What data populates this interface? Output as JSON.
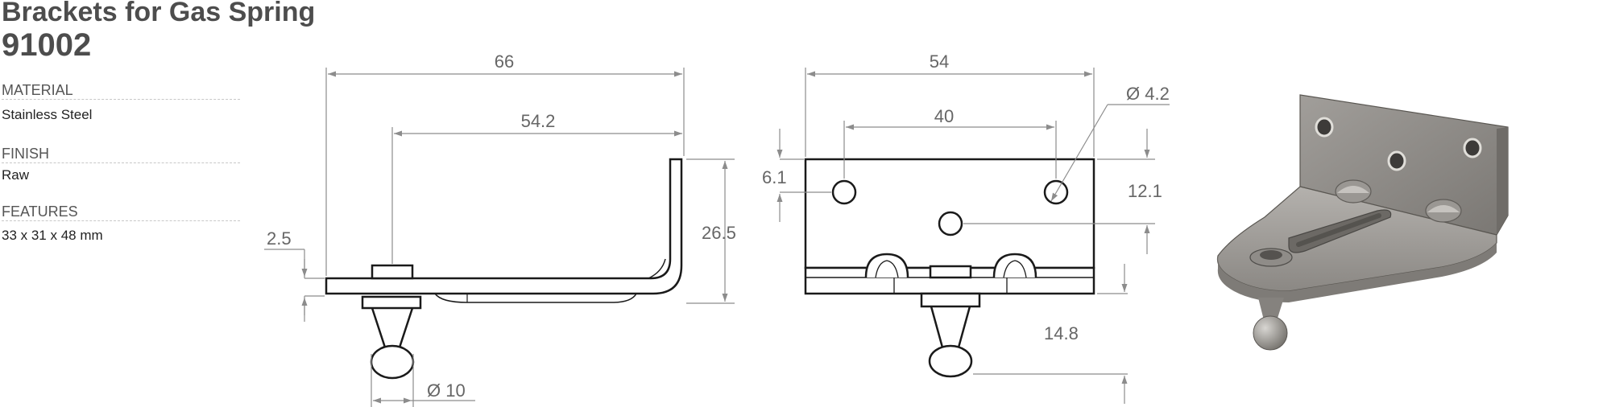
{
  "product": {
    "title": "Brackets for Gas Spring",
    "code": "91002"
  },
  "specs": [
    {
      "label": "MATERIAL",
      "value": "Stainless Steel"
    },
    {
      "label": "FINISH",
      "value": "Raw"
    },
    {
      "label": "FEATURES",
      "value": "33 x 31 x 48 mm"
    }
  ],
  "side_view": {
    "overall_length": "66",
    "stud_offset": "54.2",
    "height": "26.5",
    "thickness": "2.5",
    "ball_diameter": "Ø 10"
  },
  "front_view": {
    "overall_width": "54",
    "hole_spacing": "40",
    "hole_diameter": "Ø 4.2",
    "hole_offset": "6.1",
    "center_hole_offset": "12.1",
    "stud_height": "14.8"
  },
  "colors": {
    "line": "#1a1a1a",
    "dimension": "#8c8c8c",
    "text": "#666666",
    "steel": "#8a8784"
  }
}
